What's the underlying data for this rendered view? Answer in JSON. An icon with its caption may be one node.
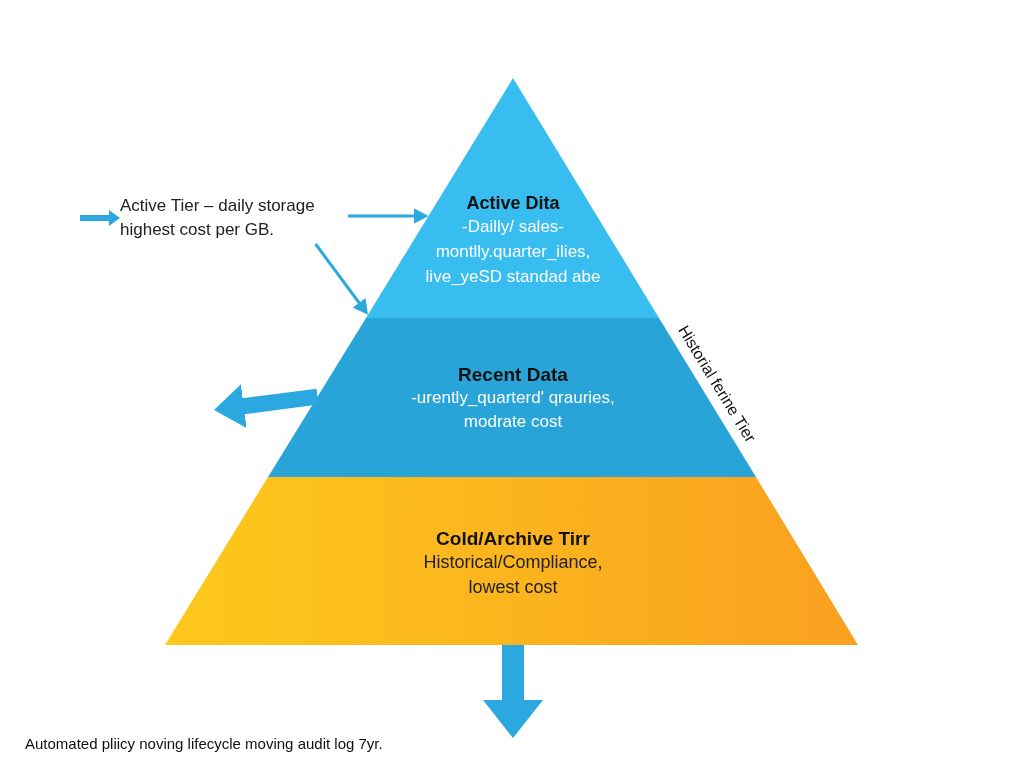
{
  "diagram": {
    "nodes": [
      {
        "text": [
          "Active Tier – daily storage highest cost per GB."
        ]
      },
      {
        "text": [
          "Active Dita",
          "-Dailly/ sales- montlly.quarter_ilies, live_yeSD standad abe"
        ]
      },
      {
        "text": [
          "Recent Data",
          "-urently_quarterd' qrauries, modrate cost"
        ]
      },
      {
        "text": [
          "Cold/Archive Tirr",
          "Historical/Compliance, lowest cost"
        ]
      }
    ],
    "edges": [
      {
        "from": null,
        "to": 0,
        "arrow": "to"
      },
      {
        "from": 0,
        "to": 1,
        "arrow": "to"
      },
      {
        "from": 0,
        "to": 1,
        "arrow": "to"
      },
      {
        "from": 2,
        "to": null,
        "arrow": "to"
      },
      {
        "from": 3,
        "to": null,
        "arrow": "to"
      }
    ],
    "labels": [
      "Historial ferine Tier",
      "Automated pliicy noving lifecycle moving audit log 7yr."
    ]
  }
}
